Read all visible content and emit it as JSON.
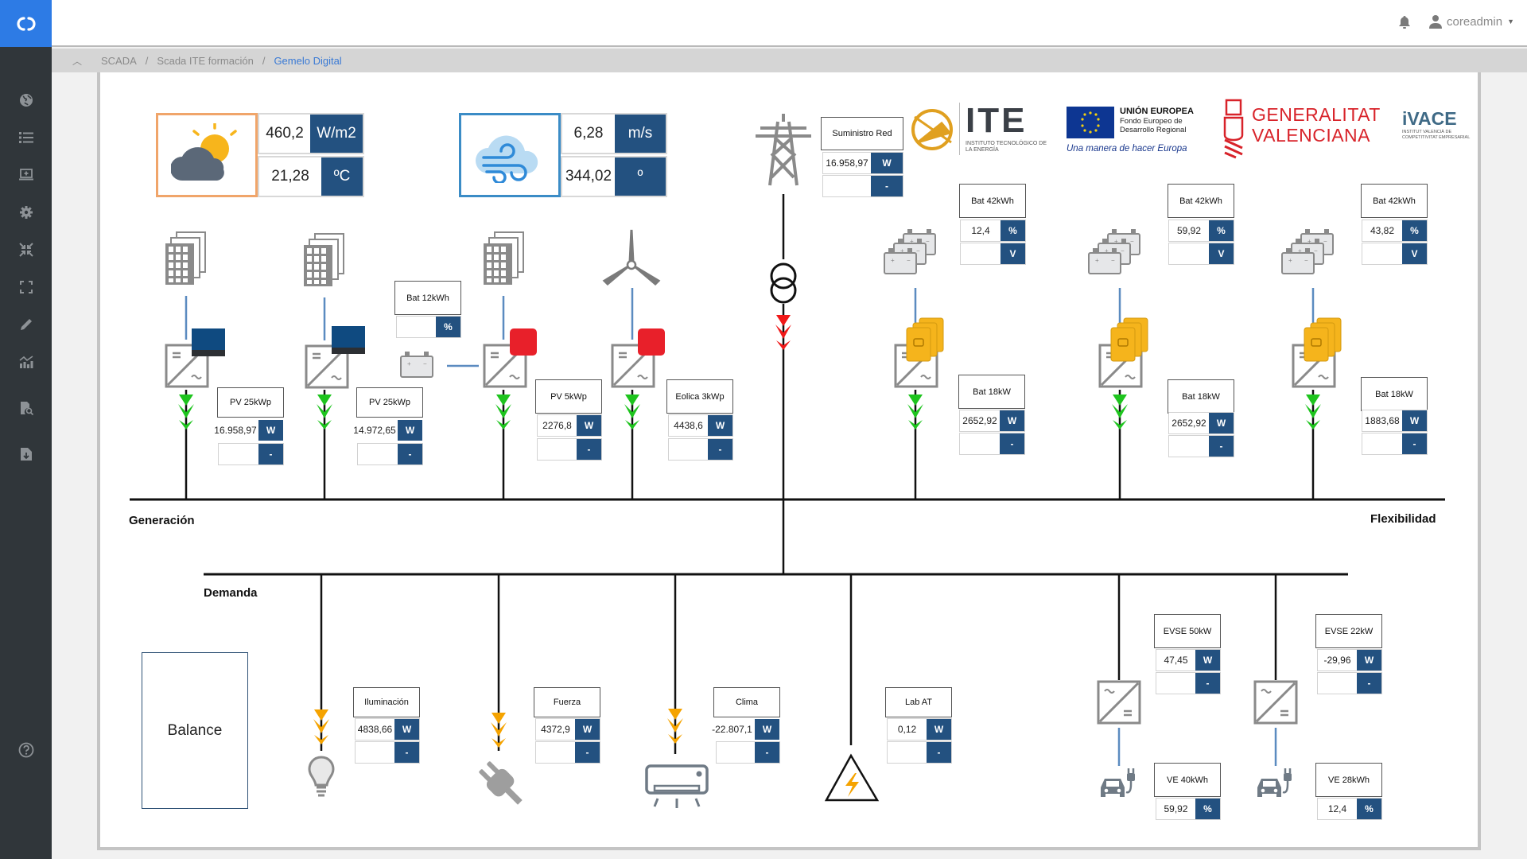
{
  "app": {
    "user": "coreadmin"
  },
  "breadcrumb": [
    "SCADA",
    "Scada ITE formación",
    "Gemelo Digital"
  ],
  "sidebar": {
    "items": [
      {
        "name": "globe-icon"
      },
      {
        "name": "list-icon"
      },
      {
        "name": "monitor-add-icon"
      },
      {
        "name": "gear-icon"
      },
      {
        "name": "compress-icon"
      },
      {
        "name": "expand-icon"
      },
      {
        "name": "pencil-icon"
      },
      {
        "name": "chart-icon"
      },
      {
        "name": "file-search-icon"
      },
      {
        "name": "file-download-icon"
      }
    ],
    "help": "help-icon"
  },
  "weather": {
    "irradiance": {
      "value": "460,2",
      "unit": "W/m2"
    },
    "temperature": {
      "value": "21,28",
      "unit": "ºC"
    },
    "wind_speed": {
      "value": "6,28",
      "unit": "m/s"
    },
    "wind_direction": {
      "value": "344,02",
      "unit": "º"
    }
  },
  "logos": {
    "ite": {
      "name": "ITE",
      "sub1": "INSTITUTO TECNOLÓGICO DE",
      "sub2": "LA ENERGÍA"
    },
    "eu": {
      "title": "UNIÓN EUROPEA",
      "line1": "Fondo Europeo de",
      "line2": "Desarrollo Regional",
      "motto": "Una manera de hacer Europa"
    },
    "gva": {
      "line1": "GENERALITAT",
      "line2": "VALENCIANA"
    },
    "ivace": {
      "name": "iVACE",
      "sub1": "INSTITUT VALENCIÀ DE",
      "sub2": "COMPETITIVITAT EMPRESARIAL"
    }
  },
  "sections": {
    "generation": "Generación",
    "flexibility": "Flexibilidad",
    "demand": "Demanda"
  },
  "grid": {
    "title": "Suministro Red",
    "value": "16.958,97",
    "unit": "W",
    "value2": "",
    "unit2": "-"
  },
  "generation": [
    {
      "title": "PV 25kWp",
      "value": "16.958,97",
      "unit": "W",
      "value2": "",
      "unit2": "-"
    },
    {
      "title": "PV 25kWp",
      "value": "14.972,65",
      "unit": "W",
      "value2": "",
      "unit2": "-"
    },
    {
      "title": "PV 5kWp",
      "value": "2276,8",
      "unit": "W",
      "value2": "",
      "unit2": "-"
    },
    {
      "title": "Eolica 3kWp",
      "value": "4438,6",
      "unit": "W",
      "value2": "",
      "unit2": "-"
    }
  ],
  "small_battery": {
    "title": "Bat 12kWh",
    "value": "",
    "unit": "%"
  },
  "flexibility": [
    {
      "bank": {
        "title": "Bat 42kWh",
        "value": "12,4",
        "unit": "%",
        "value2": "",
        "unit2": "V"
      },
      "inverter": {
        "title": "Bat 18kW",
        "value": "2652,92",
        "unit": "W",
        "value2": "",
        "unit2": "-"
      }
    },
    {
      "bank": {
        "title": "Bat 42kWh",
        "value": "59,92",
        "unit": "%",
        "value2": "",
        "unit2": "V"
      },
      "inverter": {
        "title": "Bat 18kW",
        "value": "2652,92",
        "unit": "W",
        "value2": "",
        "unit2": "-"
      }
    },
    {
      "bank": {
        "title": "Bat 42kWh",
        "value": "43,82",
        "unit": "%",
        "value2": "",
        "unit2": "V"
      },
      "inverter": {
        "title": "Bat 18kW",
        "value": "1883,68",
        "unit": "W",
        "value2": "",
        "unit2": "-"
      }
    }
  ],
  "demand": [
    {
      "title": "Iluminación",
      "value": "4838,66",
      "unit": "W",
      "value2": "",
      "unit2": "-"
    },
    {
      "title": "Fuerza",
      "value": "4372,9",
      "unit": "W",
      "value2": "",
      "unit2": "-"
    },
    {
      "title": "Clima",
      "value": "-22.807,1",
      "unit": "W",
      "value2": "",
      "unit2": "-"
    },
    {
      "title": "Lab AT",
      "value": "0,12",
      "unit": "W",
      "value2": "",
      "unit2": "-"
    }
  ],
  "ev": [
    {
      "evse": {
        "title": "EVSE 50kW",
        "value": "47,45",
        "unit": "W",
        "value2": "",
        "unit2": "-"
      },
      "ve": {
        "title": "VE 40kWh",
        "value": "59,92",
        "unit": "%"
      }
    },
    {
      "evse": {
        "title": "EVSE 22kW",
        "value": "-29,96",
        "unit": "W",
        "value2": "",
        "unit2": "-"
      },
      "ve": {
        "title": "VE 28kWh",
        "value": "12,4",
        "unit": "%"
      }
    }
  ],
  "balance": {
    "label": "Balance"
  },
  "colors": {
    "accent": "#2d7be5",
    "unit_bg": "#235180",
    "flow_gen": "#1ec41e",
    "flow_grid": "#f01818",
    "flow_demand": "#f5a300",
    "pv_inv_blue": "#0f4a80",
    "pv_inv_red": "#e8202a",
    "bat_inv_yellow": "#f5b41c"
  }
}
